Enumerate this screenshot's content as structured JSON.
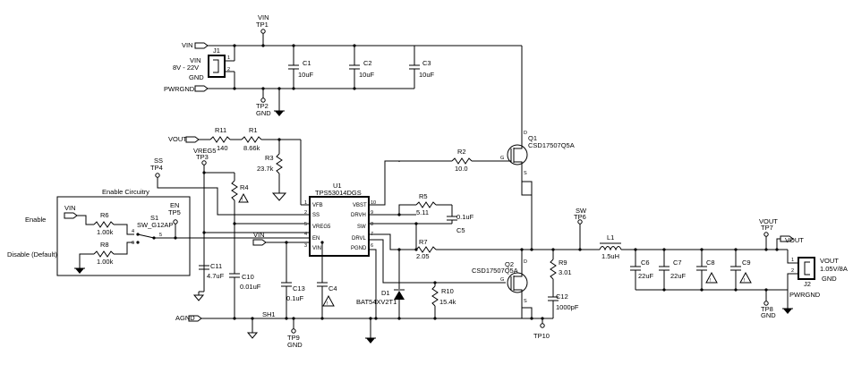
{
  "ports": {
    "vin_top": "VIN",
    "pwrgnd_left": "PWRGND",
    "vout_fb": "VOUT",
    "vin_enable": "VIN",
    "vin_u1": "VIN",
    "agnd": "AGND",
    "vout_right": "VOUT"
  },
  "test_points": {
    "tp1": {
      "net": "VIN",
      "ref": "TP1"
    },
    "tp2": {
      "ref": "TP2",
      "net": "GND"
    },
    "tp3": {
      "net": "VREG5",
      "ref": "TP3"
    },
    "tp4": {
      "net": "SS",
      "ref": "TP4"
    },
    "tp5": {
      "net": "EN",
      "ref": "TP5"
    },
    "tp6": {
      "net": "SW",
      "ref": "TP6"
    },
    "tp7": {
      "net": "VOUT",
      "ref": "TP7"
    },
    "tp8": {
      "ref": "TP8",
      "net": "GND"
    },
    "tp9": {
      "ref": "TP9",
      "net": "GND"
    },
    "tp10": {
      "ref": "TP10"
    }
  },
  "connectors": {
    "j1": {
      "ref": "J1",
      "label1": "VIN",
      "label2": "8V - 22V",
      "label3": "GND",
      "pin1": "1",
      "pin2": "2"
    },
    "j2": {
      "ref": "J2",
      "label1": "VOUT",
      "label2": "1.05V/8A",
      "label3": "GND",
      "pin1": "1",
      "pin2": "2"
    }
  },
  "caps": {
    "c1": {
      "ref": "C1",
      "value": "10uF"
    },
    "c2": {
      "ref": "C2",
      "value": "10uF"
    },
    "c3": {
      "ref": "C3",
      "value": "10uF"
    },
    "c4": {
      "ref": "C4"
    },
    "c5": {
      "ref": "C5",
      "value": "0.1uF"
    },
    "c6": {
      "ref": "C6",
      "value": "22uF"
    },
    "c7": {
      "ref": "C7",
      "value": "22uF"
    },
    "c8": {
      "ref": "C8"
    },
    "c9": {
      "ref": "C9"
    },
    "c10": {
      "ref": "C10",
      "value": "0.01uF"
    },
    "c11": {
      "ref": "C11",
      "value": "4.7uF"
    },
    "c12": {
      "ref": "C12",
      "value": "1000pF"
    },
    "c13": {
      "ref": "C13",
      "value": "0.1uF"
    }
  },
  "resistors": {
    "r1": {
      "ref": "R1",
      "value": "8.66k"
    },
    "r2": {
      "ref": "R2",
      "value": "10.0"
    },
    "r3": {
      "ref": "R3",
      "value": "23.7k"
    },
    "r4": {
      "ref": "R4"
    },
    "r5": {
      "ref": "R5",
      "value": "5.11"
    },
    "r6": {
      "ref": "R6",
      "value": "1.00k"
    },
    "r7": {
      "ref": "R7",
      "value": "2.05"
    },
    "r8": {
      "ref": "R8",
      "value": "1.00k"
    },
    "r9": {
      "ref": "R9",
      "value": "3.01"
    },
    "r10": {
      "ref": "R10",
      "value": "15.4k"
    },
    "r11": {
      "ref": "R11",
      "value": "140"
    }
  },
  "inductor": {
    "ref": "L1",
    "value": "1.5uH"
  },
  "diode": {
    "ref": "D1",
    "part": "BAT54XV2T1"
  },
  "mosfets": {
    "q1": {
      "ref": "Q1",
      "part": "CSD17507Q5A",
      "d": "D",
      "g": "G",
      "s": "S"
    },
    "q2": {
      "ref": "Q2",
      "part": "CSD17507Q5A",
      "d": "D",
      "g": "G",
      "s": "S"
    }
  },
  "ic": {
    "ref": "U1",
    "part": "TPS53014DGS",
    "pins": {
      "p1": {
        "num": "1",
        "name": "VFB"
      },
      "p2": {
        "num": "2",
        "name": "SS"
      },
      "p3": {
        "num": "3",
        "name": "VIN"
      },
      "p4": {
        "num": "4",
        "name": "EN"
      },
      "p5": {
        "num": "5",
        "name": "VREG5"
      },
      "p6": {
        "num": "6",
        "name": "PGND"
      },
      "p7": {
        "num": "7",
        "name": "DRVL"
      },
      "p8": {
        "num": "8",
        "name": "SW"
      },
      "p9": {
        "num": "9",
        "name": "DRVH"
      },
      "p10": {
        "num": "10",
        "name": "VBST"
      }
    }
  },
  "switch": {
    "ref": "S1",
    "part": "SW_G12AP",
    "pin4": "4",
    "pin5": "5",
    "pin6": "6"
  },
  "enable_block": {
    "title": "Enable Circuitry",
    "enable": "Enable",
    "disable": "Disable (Default)"
  },
  "misc": {
    "sh1": "SH1",
    "pwrgnd_right": "PWRGND"
  },
  "warning_symbol": "!"
}
